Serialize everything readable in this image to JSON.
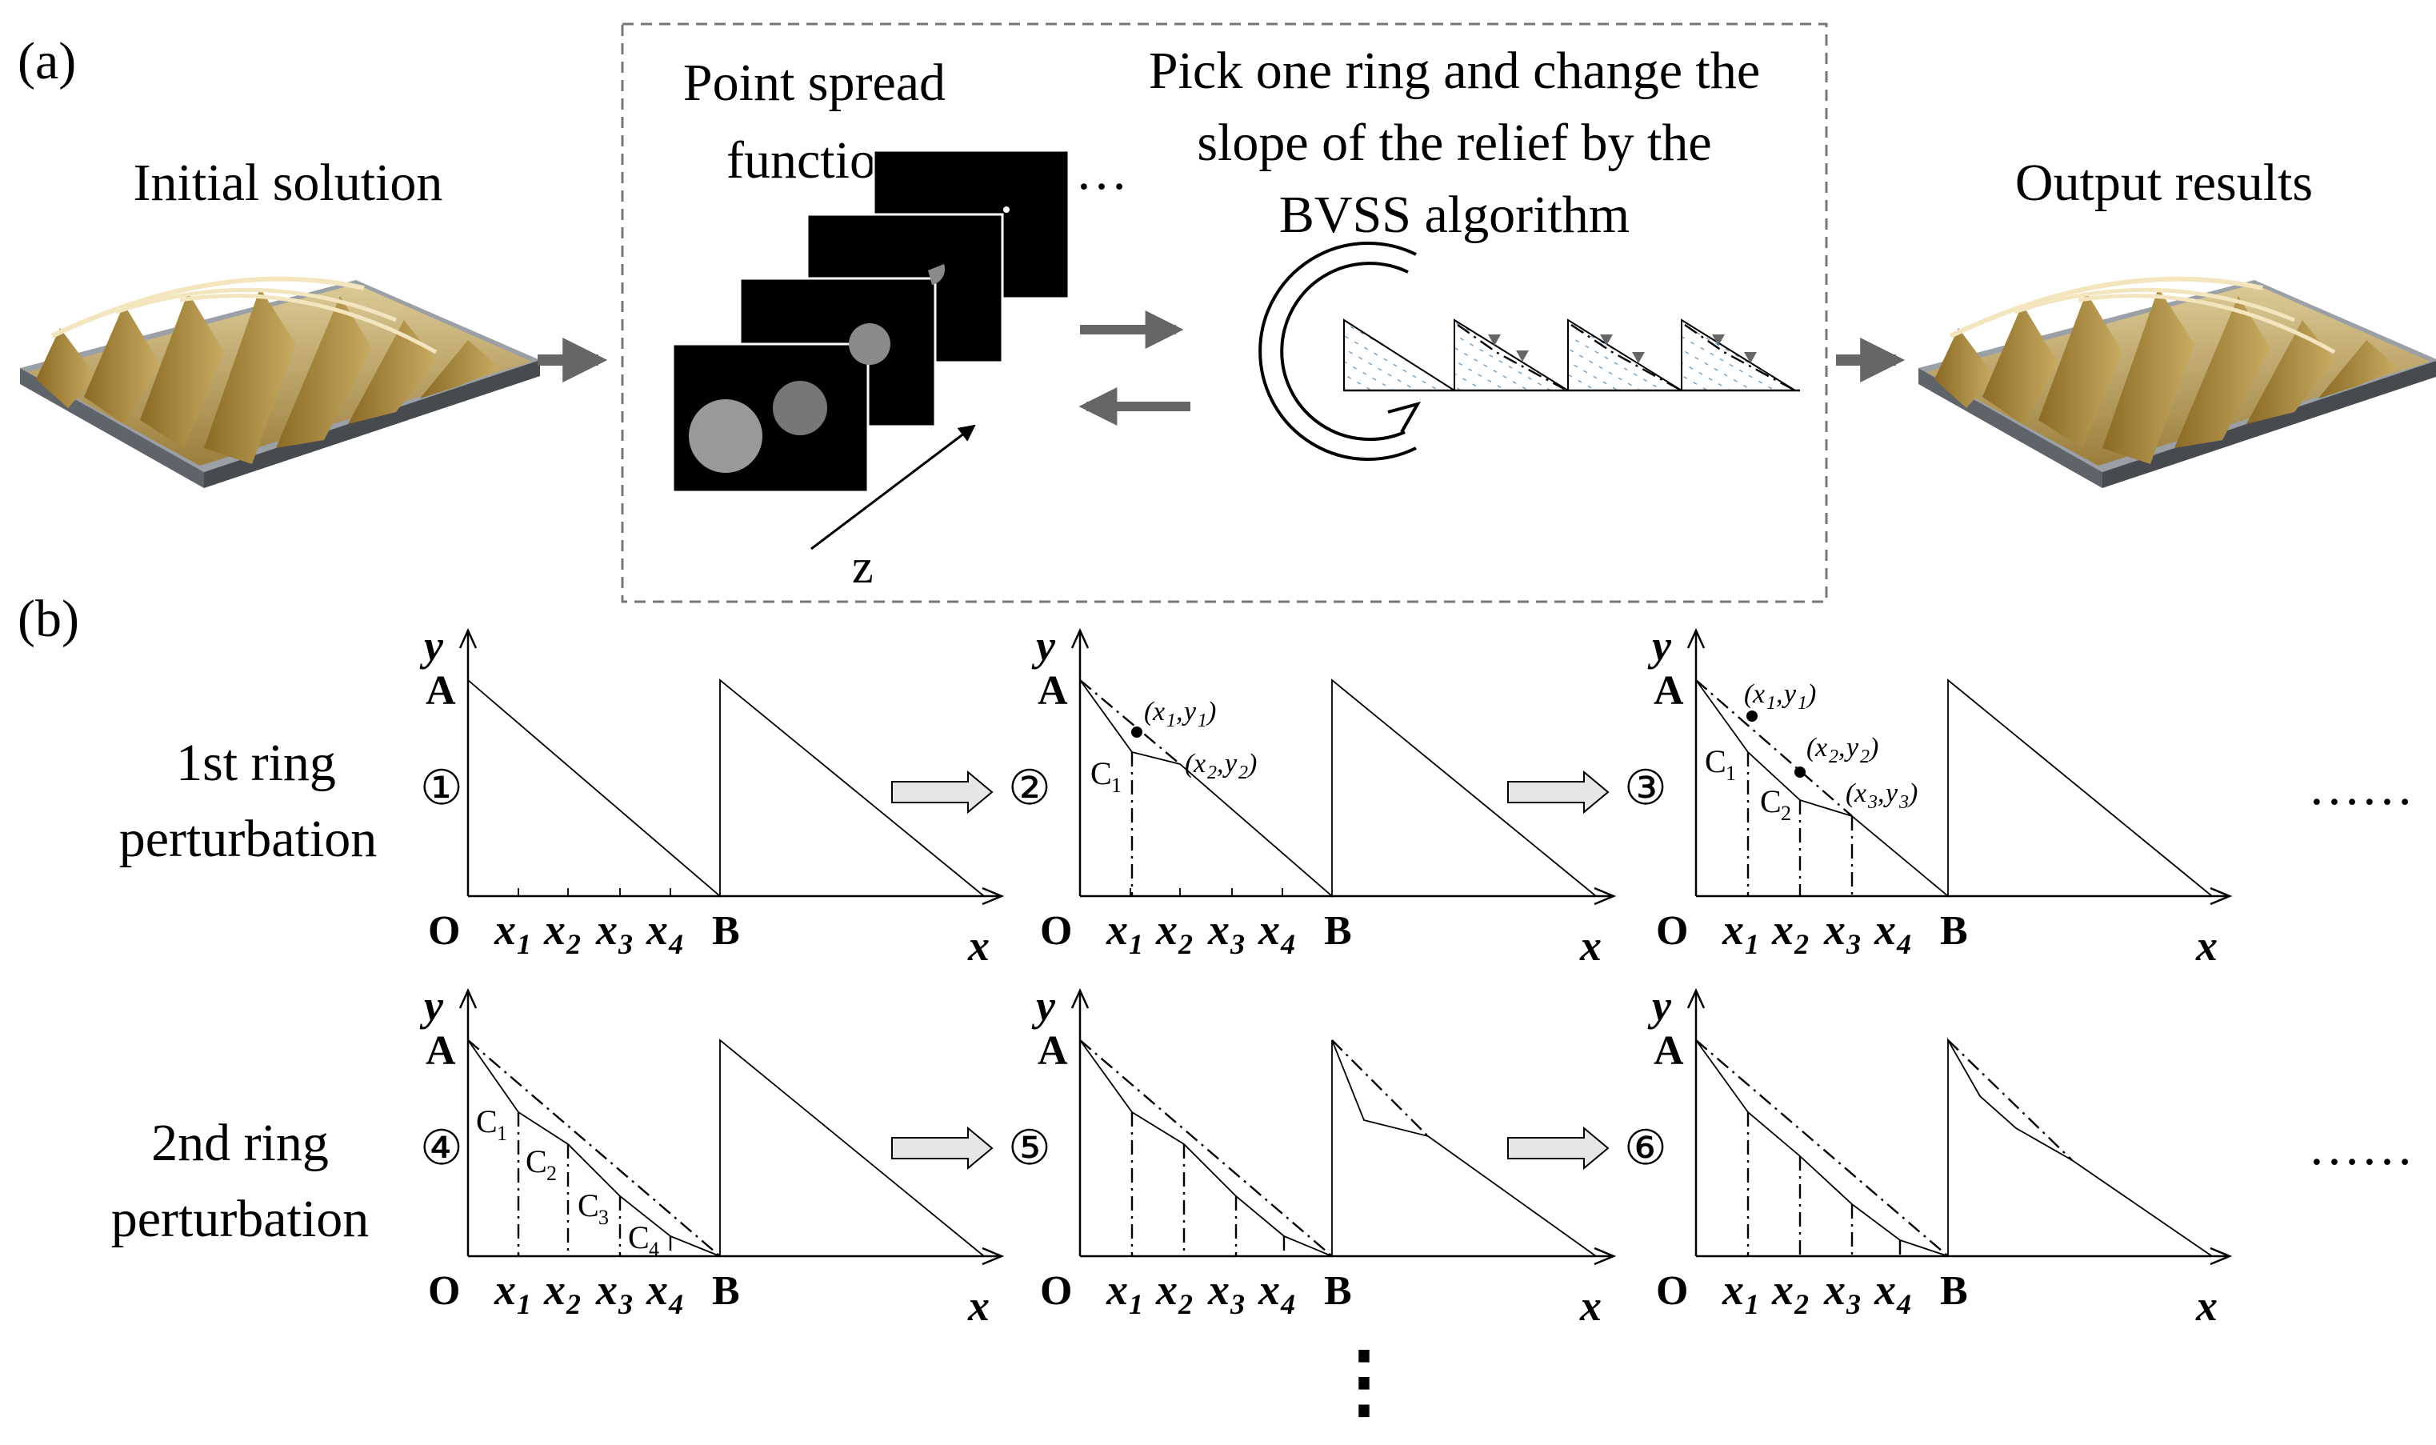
{
  "panel_a": {
    "label": "(a)",
    "initial_title": "Initial solution",
    "psf_title_line1": "Point spread",
    "psf_title_line2": "function",
    "pick_line1": "Pick one ring and change the",
    "pick_line2": "slope of the relief by the",
    "pick_line3": "BVSS algorithm",
    "output_title": "Output results",
    "z_label": "z",
    "ellipsis": "…"
  },
  "panel_b": {
    "label": "(b)",
    "row1_line1": "1st ring",
    "row1_line2": "perturbation",
    "row2_line1": "2nd ring",
    "row2_line2": "perturbation",
    "step_labels": [
      "①",
      "②",
      "③",
      "④",
      "⑤",
      "⑥"
    ],
    "point_A": "A",
    "point_B": "B",
    "origin": "O",
    "axis_x": "x",
    "axis_y": "y",
    "x_ticks": [
      "x",
      "x",
      "x",
      "x"
    ],
    "x_subs": [
      "1",
      "2",
      "3",
      "4"
    ],
    "c_main": "C",
    "c_subs": [
      "1",
      "2",
      "3",
      "4"
    ],
    "coord_x": "x",
    "coord_y": "y",
    "coord_subs": [
      "1",
      "2",
      "3"
    ],
    "more": "……",
    "vdots": "⋮"
  },
  "colors": {
    "relief_gold": "#b89a55",
    "substrate_gray": "#8e9296",
    "arrow_gray": "#666666",
    "dash_border": "#777777",
    "hatch_blue": "#5b8fb8"
  }
}
